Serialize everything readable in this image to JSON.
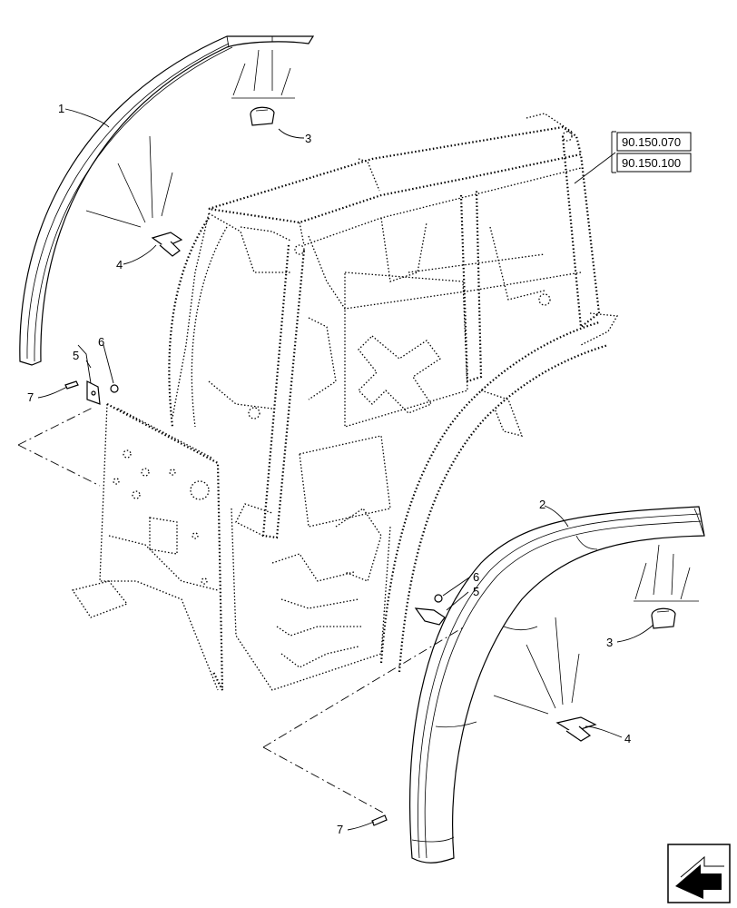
{
  "references": [
    "90.150.070",
    "90.150.100"
  ],
  "callouts": {
    "c1": "1",
    "c2": "2",
    "c3a": "3",
    "c3b": "3",
    "c4a": "4",
    "c4b": "4",
    "c5a": "5",
    "c5b": "5",
    "c6a": "6",
    "c6b": "6",
    "c7a": "7",
    "c7b": "7"
  },
  "nav_icon": "next-page-arrow-icon"
}
